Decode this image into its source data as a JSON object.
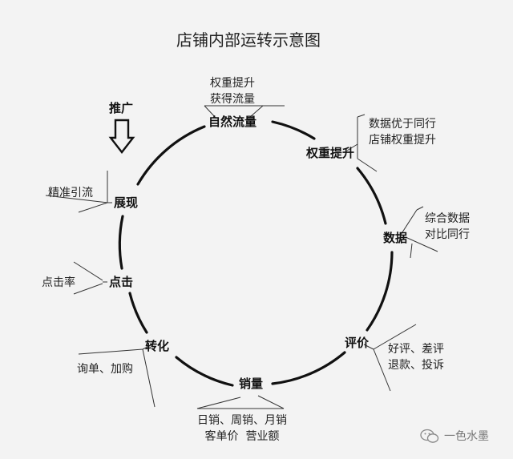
{
  "diagram": {
    "title": "店铺内部运转示意图",
    "entry": "推广",
    "nodes": [
      {
        "id": "traffic",
        "label": "自然流量",
        "note": "权重提升\n获得流量"
      },
      {
        "id": "weight",
        "label": "权重提升",
        "note": "数据优于同行\n店铺权重提升"
      },
      {
        "id": "data",
        "label": "数据",
        "note": "综合数据\n对比同行"
      },
      {
        "id": "review",
        "label": "评价",
        "note": "好评、差评\n退款、投诉"
      },
      {
        "id": "sales",
        "label": "销量",
        "note": "日销、周销、月销\n客单价  营业额"
      },
      {
        "id": "convert",
        "label": "转化",
        "note": "询单、加购"
      },
      {
        "id": "click",
        "label": "点击",
        "note": "点击率"
      },
      {
        "id": "show",
        "label": "展现",
        "note": "精准引流"
      }
    ]
  },
  "watermark": {
    "text": "一色水墨",
    "icon": "wechat-icon"
  },
  "colors": {
    "ink": "#111111",
    "background": "#f3f3f3"
  }
}
